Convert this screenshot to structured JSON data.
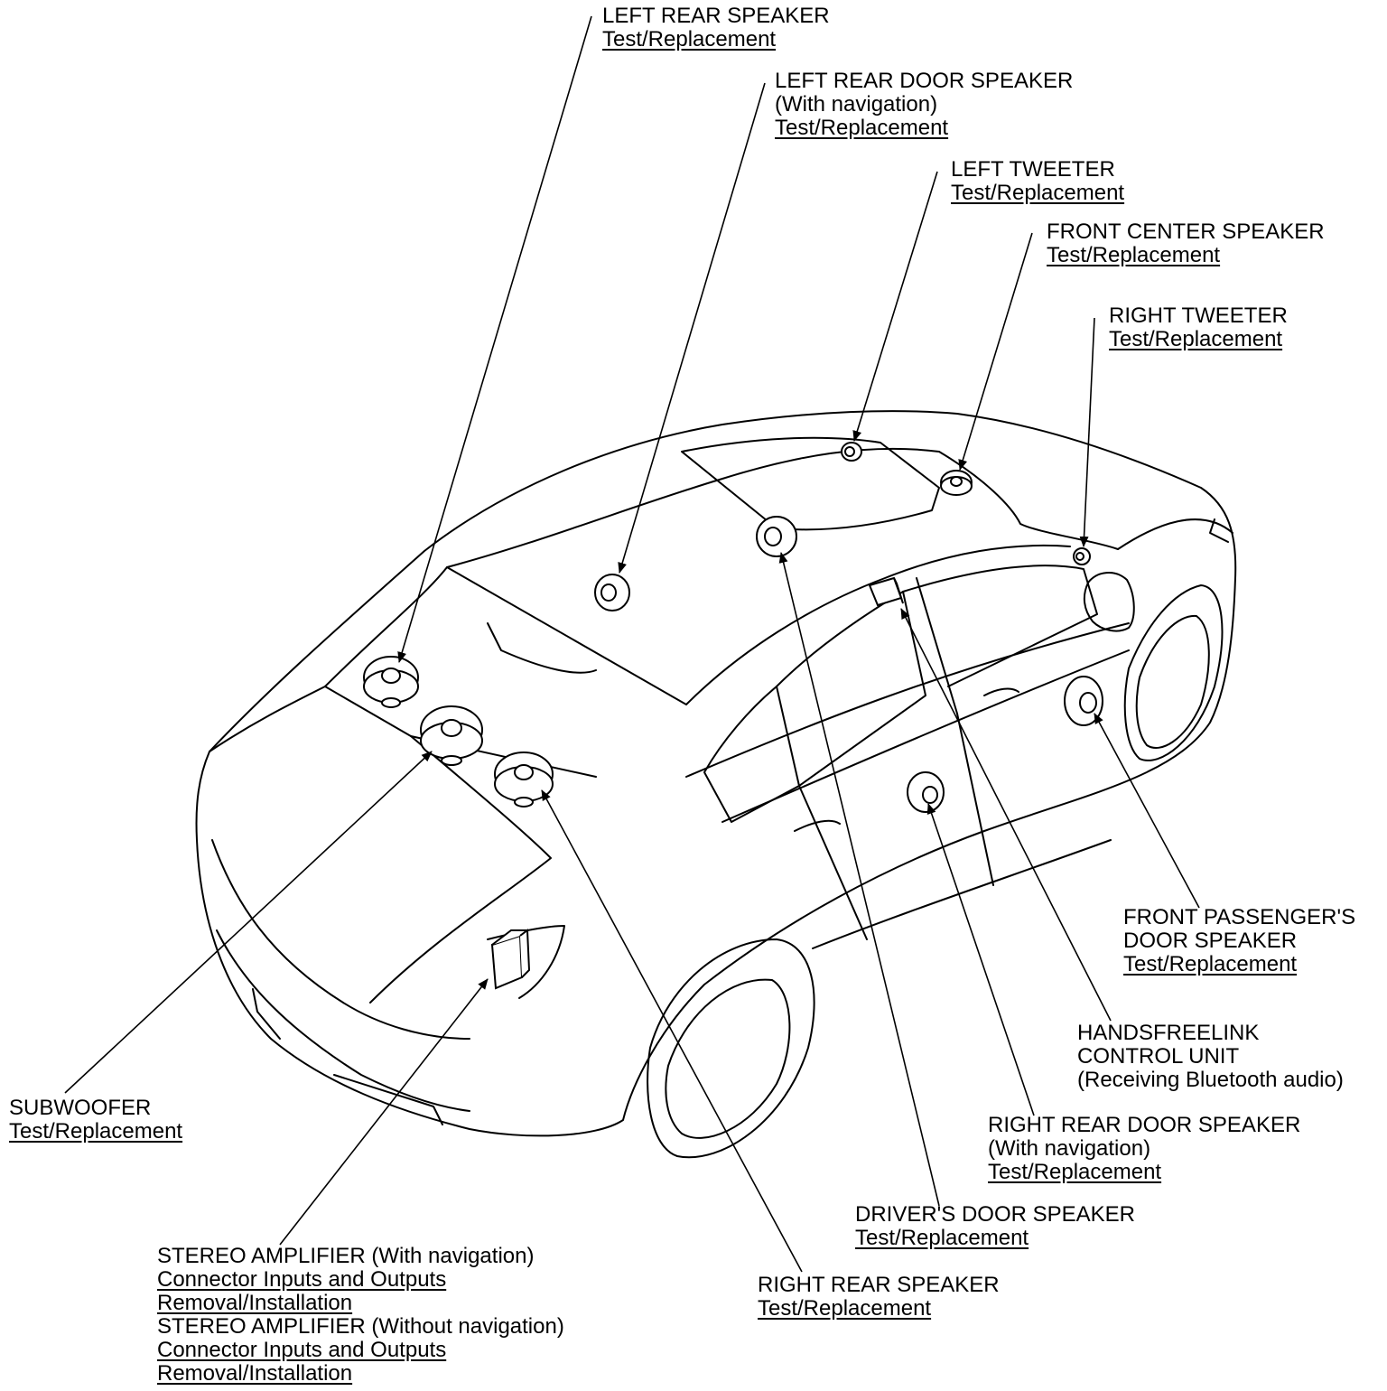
{
  "callouts": {
    "left_rear_speaker": {
      "title": "LEFT REAR SPEAKER",
      "link1": "Test/Replacement"
    },
    "left_rear_door_speaker": {
      "title": "LEFT REAR DOOR SPEAKER",
      "note": "(With navigation)",
      "link1": "Test/Replacement"
    },
    "left_tweeter": {
      "title": "LEFT TWEETER",
      "link1": "Test/Replacement"
    },
    "front_center_speaker": {
      "title": "FRONT CENTER SPEAKER",
      "link1": "Test/Replacement"
    },
    "right_tweeter": {
      "title": "RIGHT TWEETER",
      "link1": "Test/Replacement"
    },
    "front_passenger_door_speaker": {
      "title": "FRONT PASSENGER'S",
      "title2": "DOOR SPEAKER",
      "link1": "Test/Replacement"
    },
    "handsfreelink": {
      "title": "HANDSFREELINK",
      "title2": "CONTROL UNIT",
      "note": "(Receiving Bluetooth audio)"
    },
    "right_rear_door_speaker": {
      "title": "RIGHT REAR DOOR SPEAKER",
      "note": "(With navigation)",
      "link1": "Test/Replacement"
    },
    "drivers_door_speaker": {
      "title": "DRIVER'S DOOR SPEAKER",
      "link1": "Test/Replacement"
    },
    "right_rear_speaker": {
      "title": "RIGHT REAR SPEAKER",
      "link1": "Test/Replacement"
    },
    "subwoofer": {
      "title": "SUBWOOFER",
      "link1": "Test/Replacement"
    },
    "stereo_amplifier": {
      "title": "STEREO AMPLIFIER (With navigation)",
      "link1": "Connector Inputs and Outputs",
      "link2": "Removal/Installation",
      "title2": "STEREO AMPLIFIER (Without navigation)",
      "link3": "Connector Inputs and Outputs",
      "link4": "Removal/Installation"
    }
  }
}
